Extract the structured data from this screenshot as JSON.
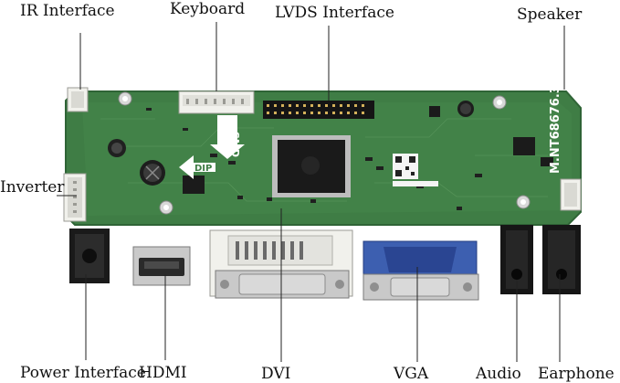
{
  "labels": {
    "ir": "IR Interface",
    "keyboard": "Keyboard",
    "lvds": "LVDS Interface",
    "speaker": "Speaker",
    "inverter": "Inverter",
    "power": "Power Interface",
    "hdmi": "HDMI",
    "dvi": "DVI",
    "vga": "VGA",
    "audio": "Audio",
    "earphone": "Earphone"
  },
  "board": {
    "model": "M.NT68676.3",
    "smd": "SMD",
    "dip": "DIP",
    "colors": {
      "pcb": "#3f7d45",
      "pcb_dark": "#2f6436",
      "vga_blue": "#3d5fb0",
      "connector_white": "#f1f1ec",
      "metal": "#c9c9c9"
    }
  }
}
